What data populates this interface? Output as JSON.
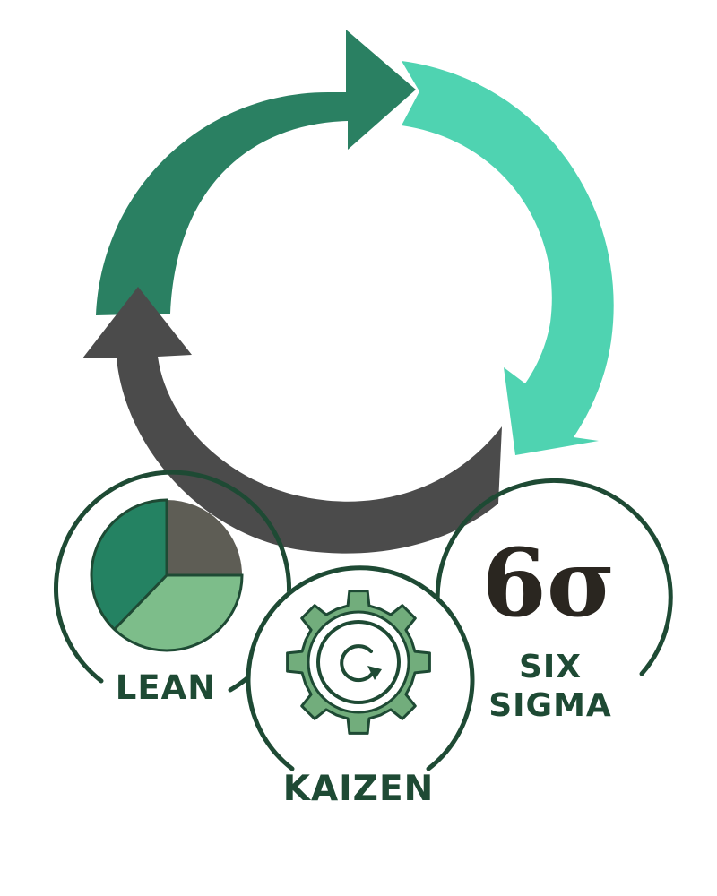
{
  "colors": {
    "background": "#ffffff",
    "arrow_dark_green": "#2a8062",
    "arrow_mint": "#4fd3b1",
    "arrow_charcoal": "#4b4b4b",
    "circle_outline": "#1e4a34",
    "label_text": "#1e4a34",
    "pie_dark_green": "#248262",
    "pie_light_green": "#7dbd8a",
    "pie_grey": "#5e5d55",
    "gear_green": "#72ad7c",
    "sigma_text": "#2a2620"
  },
  "icons": {
    "lean": "pie-chart-icon",
    "kaizen": "gear-refresh-icon",
    "six_sigma": "six-sigma-symbol-icon"
  },
  "methodologies": {
    "lean": {
      "label": "LEAN"
    },
    "kaizen": {
      "label": "KAIZEN"
    },
    "six_sigma": {
      "symbol": "6σ",
      "label_line1": "SIX",
      "label_line2": "SIGMA"
    }
  }
}
